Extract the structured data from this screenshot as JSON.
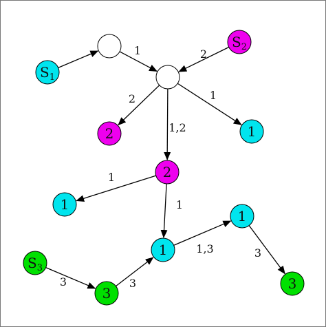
{
  "colors": {
    "cyan": "#00e5ee",
    "magenta": "#ee00ee",
    "green": "#00e000",
    "white": "#ffffff",
    "stroke": "#000000"
  },
  "nodes": {
    "s1": {
      "main": "S",
      "sub": "1",
      "color": "cyan"
    },
    "u1": {
      "main": "",
      "color": "white"
    },
    "s2": {
      "main": "S",
      "sub": "2",
      "color": "magenta"
    },
    "hub": {
      "main": "",
      "color": "white"
    },
    "m2a": {
      "main": "2",
      "color": "magenta"
    },
    "c1a": {
      "main": "1",
      "color": "cyan"
    },
    "m2b": {
      "main": "2",
      "color": "magenta"
    },
    "c1b": {
      "main": "1",
      "color": "cyan"
    },
    "c1c": {
      "main": "1",
      "color": "cyan"
    },
    "c1d": {
      "main": "1",
      "color": "cyan"
    },
    "s3": {
      "main": "S",
      "sub": "3",
      "color": "green"
    },
    "g3a": {
      "main": "3",
      "color": "green"
    },
    "g3b": {
      "main": "3",
      "color": "green"
    }
  },
  "edges": [
    {
      "from": "s1",
      "to": "u1",
      "label": ""
    },
    {
      "from": "u1",
      "to": "hub",
      "label": "1"
    },
    {
      "from": "s2",
      "to": "hub",
      "label": "2"
    },
    {
      "from": "hub",
      "to": "m2a",
      "label": "2"
    },
    {
      "from": "hub",
      "to": "c1a",
      "label": "1"
    },
    {
      "from": "hub",
      "to": "m2b",
      "label": "1,2"
    },
    {
      "from": "m2b",
      "to": "c1b",
      "label": "1"
    },
    {
      "from": "m2b",
      "to": "c1c",
      "label": "1"
    },
    {
      "from": "c1c",
      "to": "c1d",
      "label": "1,3"
    },
    {
      "from": "c1d",
      "to": "g3b",
      "label": "3"
    },
    {
      "from": "s3",
      "to": "g3a",
      "label": "3"
    },
    {
      "from": "g3a",
      "to": "c1c",
      "label": "3"
    }
  ]
}
